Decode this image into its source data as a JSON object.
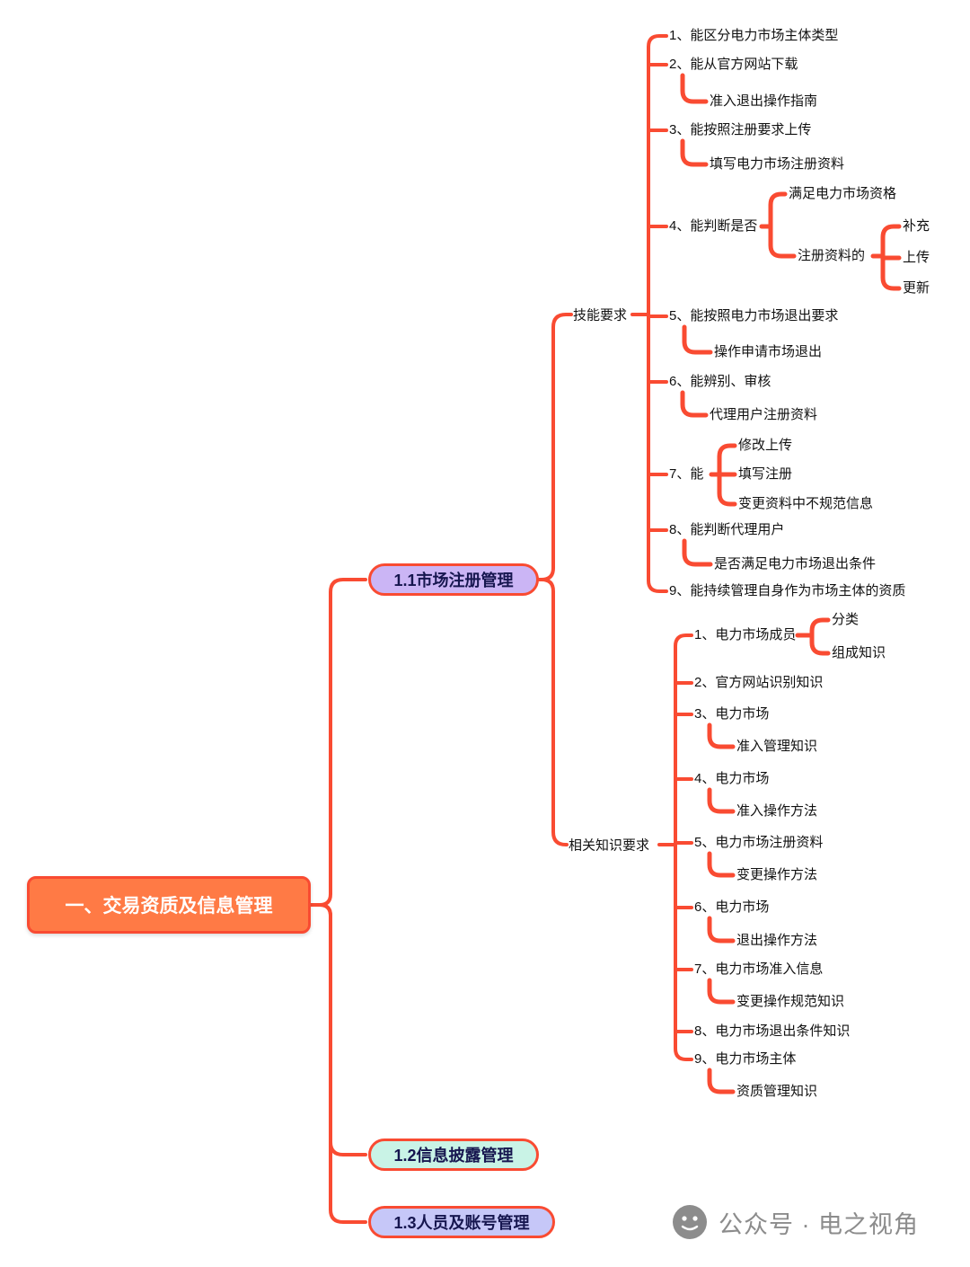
{
  "root": {
    "label": "一、交易资质及信息管理"
  },
  "branch1": {
    "label": "1.1市场注册管理"
  },
  "branch2": {
    "label": "1.2信息披露管理"
  },
  "branch3": {
    "label": "1.3人员及账号管理"
  },
  "skills": {
    "label": "技能要求",
    "i1": "1、能区分电力市场主体类型",
    "i2": "2、能从官方网站下载",
    "i2c": "准入退出操作指南",
    "i3": "3、能按照注册要求上传",
    "i3c": "填写电力市场注册资料",
    "i4": "4、能判断是否",
    "i4c1": "满足电力市场资格",
    "i4c2": "注册资料的",
    "i4c2a": "补充",
    "i4c2b": "上传",
    "i4c2c": "更新",
    "i5": "5、能按照电力市场退出要求",
    "i5c": "操作申请市场退出",
    "i6": "6、能辨别、审核",
    "i6c": "代理用户注册资料",
    "i7": "7、能",
    "i7c1": "修改上传",
    "i7c2": "填写注册",
    "i7c3": "变更资料中不规范信息",
    "i8": "8、能判断代理用户",
    "i8c": "是否满足电力市场退出条件",
    "i9": "9、能持续管理自身作为市场主体的资质"
  },
  "knowledge": {
    "label": "相关知识要求",
    "k1": "1、电力市场成员",
    "k1c1": "分类",
    "k1c2": "组成知识",
    "k2": "2、官方网站识别知识",
    "k3": "3、电力市场",
    "k3c": "准入管理知识",
    "k4": "4、电力市场",
    "k4c": "准入操作方法",
    "k5": "5、电力市场注册资料",
    "k5c": "变更操作方法",
    "k6": "6、电力市场",
    "k6c": "退出操作方法",
    "k7": "7、电力市场准入信息",
    "k7c": "变更操作规范知识",
    "k8": "8、电力市场退出条件知识",
    "k9": "9、电力市场主体",
    "k9c": "资质管理知识"
  },
  "watermark": {
    "text": "公众号 · 电之视角"
  },
  "colors": {
    "line_color": "#f94b32",
    "root_bg": "#ff7a45",
    "branch1_bg": "#cbb5f5",
    "branch2_bg": "#c9f3e6",
    "branch3_bg": "#c6c7f8",
    "text_dark": "#16164f",
    "watermark_gray": "#8c8c8c"
  }
}
